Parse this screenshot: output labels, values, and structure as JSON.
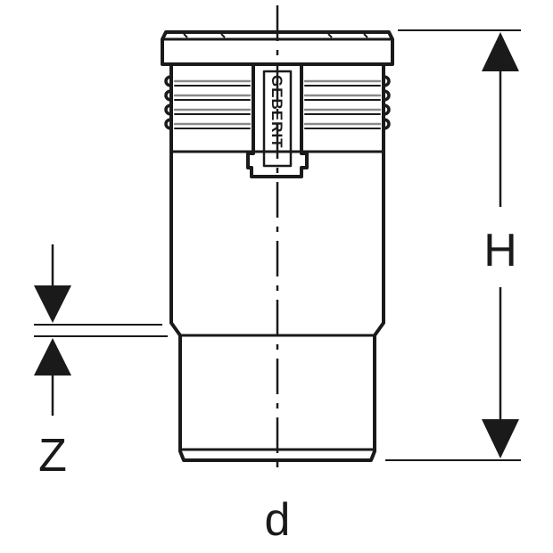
{
  "labels": {
    "height": "H",
    "insertion_depth": "Z",
    "diameter": "d"
  },
  "logo": {
    "text": "GEBERIT"
  },
  "colors": {
    "line": "#1a1a1a",
    "background": "#ffffff",
    "hatch": "#8a8a8a"
  }
}
